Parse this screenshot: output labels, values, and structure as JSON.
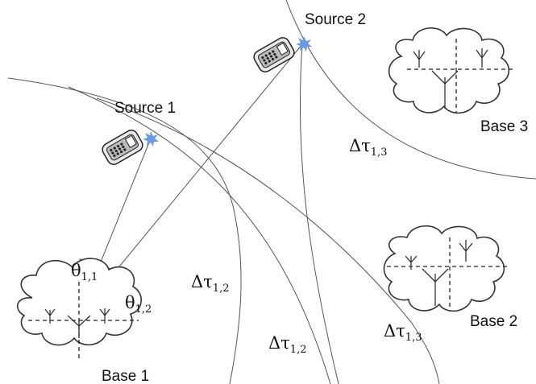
{
  "sources": [
    {
      "label": "Source 1"
    },
    {
      "label": "Source 2"
    }
  ],
  "bases": [
    {
      "label": "Base 1"
    },
    {
      "label": "Base 2"
    },
    {
      "label": "Base 3"
    }
  ],
  "angle_labels": {
    "theta11": {
      "symbol": "θ",
      "sub": "1,1"
    },
    "theta12": {
      "symbol": "θ",
      "sub": "1,2"
    }
  },
  "tdoa_labels": [
    {
      "symbol": "Δτ",
      "sub": "1,2"
    },
    {
      "symbol": "Δτ",
      "sub": "1,2"
    },
    {
      "symbol": "Δτ",
      "sub": "1,3"
    },
    {
      "symbol": "Δτ",
      "sub": "1,3"
    }
  ]
}
